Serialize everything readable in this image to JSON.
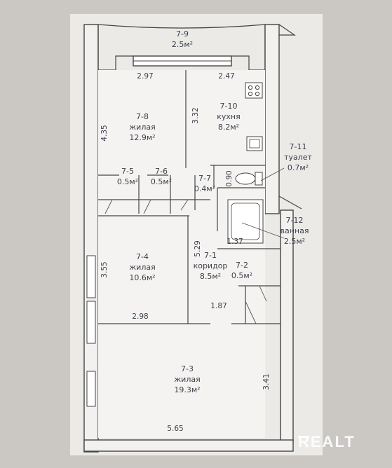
{
  "rooms": [
    {
      "id": "7-9",
      "area": "2.5м²",
      "name": ""
    },
    {
      "id": "7-8",
      "area": "12.9м²",
      "name": "жилая"
    },
    {
      "id": "7-10",
      "area": "8.2м²",
      "name": "кухня"
    },
    {
      "id": "7-11",
      "area": "0.7м²",
      "name": "туалет"
    },
    {
      "id": "7-5",
      "area": "0.5м²",
      "name": ""
    },
    {
      "id": "7-6",
      "area": "0.5м²",
      "name": ""
    },
    {
      "id": "7-7",
      "area": "0.4м²",
      "name": ""
    },
    {
      "id": "7-12",
      "area": "2.5м²",
      "name": "ванная"
    },
    {
      "id": "7-4",
      "area": "10.6м²",
      "name": "жилая"
    },
    {
      "id": "7-1",
      "area": "8.5м²",
      "name": "коридор"
    },
    {
      "id": "7-2",
      "area": "0.5м²",
      "name": ""
    },
    {
      "id": "7-3",
      "area": "19.3м²",
      "name": "жилая"
    }
  ],
  "dimensions": {
    "d_2_97": "2.97",
    "d_2_47": "2.47",
    "d_4_35": "4.35",
    "d_3_32": "3.32",
    "d_0_90": "0.90",
    "d_1_37": "1.37",
    "d_5_29": "5.29",
    "d_3_55": "3.55",
    "d_1_87": "1.87",
    "d_2_98": "2.98",
    "d_3_41": "3.41",
    "d_5_65": "5.65"
  },
  "watermark": "REALT",
  "colors": {
    "background": "#c9c6c2",
    "paper": "#f4f3f1",
    "ink": "#3b3f4a",
    "watermark": "#ffffff"
  }
}
